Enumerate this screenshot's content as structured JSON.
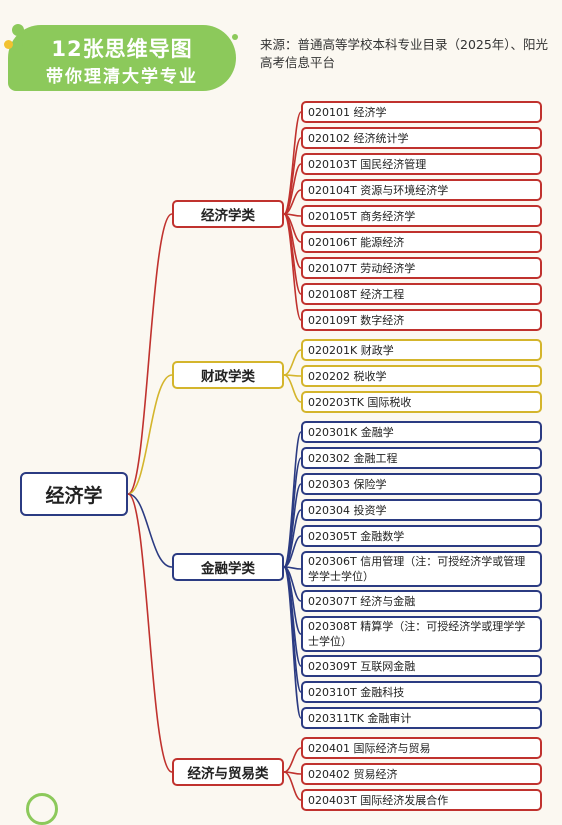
{
  "header": {
    "title_line1": "12张思维导图",
    "title_line2": "带你理清大学专业",
    "source": "来源：普通高等学校本科专业目录（2025年）、阳光高考信息平台"
  },
  "root": "经济学",
  "colors": {
    "red": "#c0322e",
    "yellow": "#d4b52c",
    "blue": "#2b3b82",
    "green": "#8cc95b"
  },
  "categories": [
    {
      "name": "经济学类",
      "color": "red",
      "items": [
        "020101 经济学",
        "020102 经济统计学",
        "020103T 国民经济管理",
        "020104T 资源与环境经济学",
        "020105T 商务经济学",
        "020106T 能源经济",
        "020107T 劳动经济学",
        "020108T 经济工程",
        "020109T 数字经济"
      ]
    },
    {
      "name": "财政学类",
      "color": "yellow",
      "items": [
        "020201K 财政学",
        "020202 税收学",
        "020203TK 国际税收"
      ]
    },
    {
      "name": "金融学类",
      "color": "blue",
      "items": [
        "020301K 金融学",
        "020302 金融工程",
        "020303 保险学",
        "020304 投资学",
        "020305T 金融数学",
        "020306T 信用管理（注：可授经济学或管理学学士学位）",
        "020307T 经济与金融",
        "020308T 精算学（注：可授经济学或理学学士学位）",
        "020309T 互联网金融",
        "020310T 金融科技",
        "020311TK 金融审计"
      ]
    },
    {
      "name": "经济与贸易类",
      "color": "red",
      "items": [
        "020401 国际经济与贸易",
        "020402 贸易经济",
        "020403T 国际经济发展合作"
      ]
    }
  ]
}
